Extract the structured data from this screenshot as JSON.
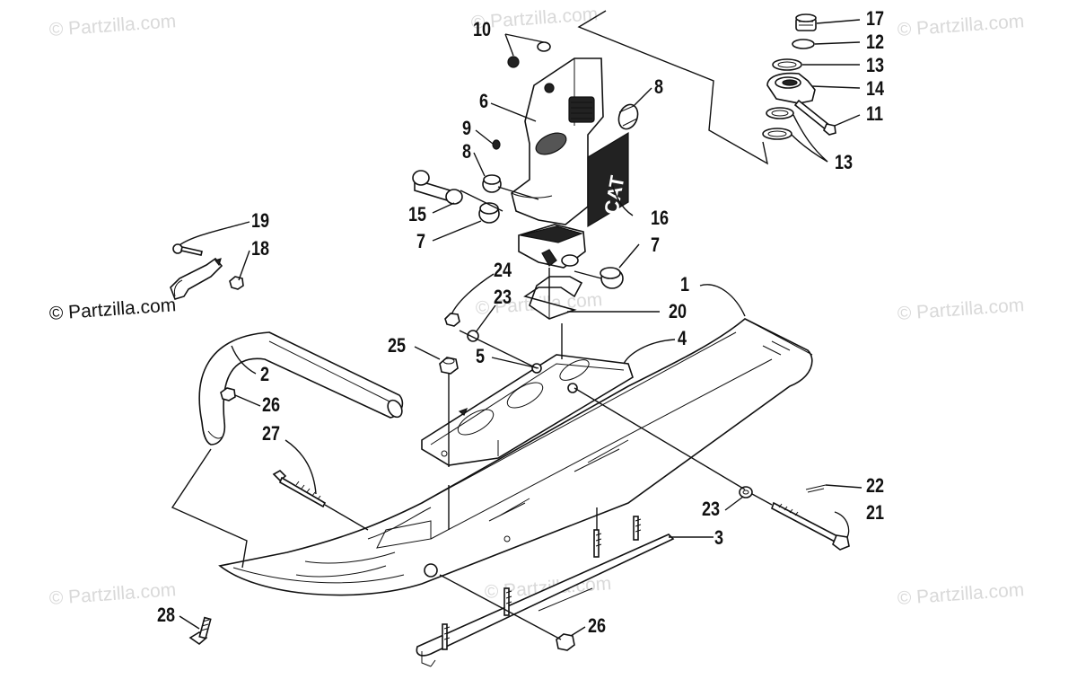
{
  "watermarks": [
    "© Partzilla.com",
    "© Partzilla.com",
    "© Partzilla.com",
    "© Partzilla.com",
    "© Partzilla.com",
    "© Partzilla.com",
    "© Partzilla.com",
    "© Partzilla.com",
    "© Partzilla.com"
  ],
  "main_watermark": "© Partzilla.com",
  "decal_text": "CAT",
  "callouts": {
    "p1": "1",
    "p2": "2",
    "p3": "3",
    "p4": "4",
    "p5": "5",
    "p6": "6",
    "p7a": "7",
    "p7b": "7",
    "p8a": "8",
    "p8b": "8",
    "p9": "9",
    "p10": "10",
    "p11": "11",
    "p12": "12",
    "p13a": "13",
    "p13b": "13",
    "p14": "14",
    "p15": "15",
    "p16": "16",
    "p17": "17",
    "p18": "18",
    "p19": "19",
    "p20": "20",
    "p21": "21",
    "p22": "22",
    "p23a": "23",
    "p23b": "23",
    "p24": "24",
    "p25": "25",
    "p26a": "26",
    "p26b": "26",
    "p27": "27",
    "p28": "28"
  }
}
